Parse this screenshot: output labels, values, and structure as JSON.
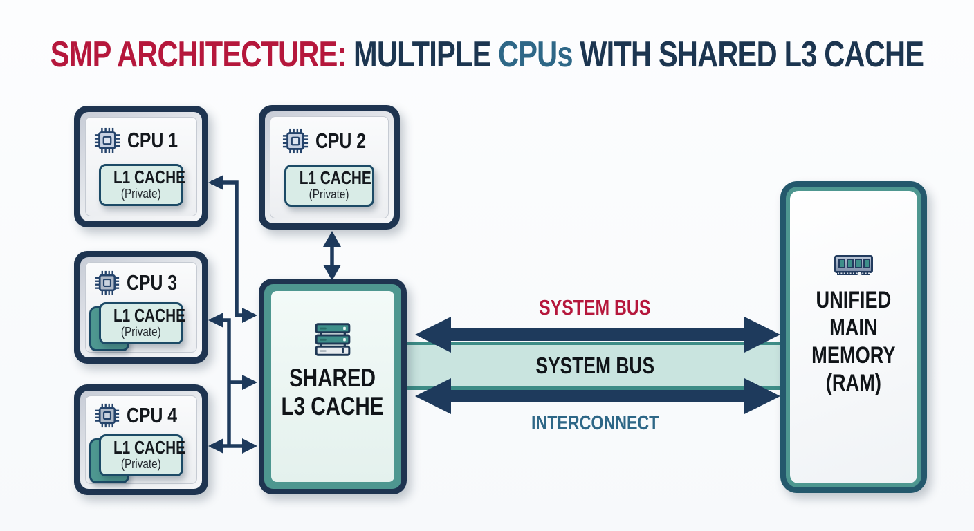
{
  "title": {
    "part1": "SMP ARCHITECTURE:",
    "part2": "MULTIPLE",
    "part3": "CPUs",
    "part4": "WITH SHARED L3 CACHE"
  },
  "cpus": [
    {
      "label": "CPU 1",
      "cache_label": "L1 CACHE",
      "cache_note": "(Private)",
      "icon": "chip-icon"
    },
    {
      "label": "CPU 2",
      "cache_label": "L1 CACHE",
      "cache_note": "(Private)",
      "icon": "chip-icon"
    },
    {
      "label": "CPU 3",
      "cache_label": "L1 CACHE",
      "cache_note": "(Private)",
      "icon": "chip-icon"
    },
    {
      "label": "CPU 4",
      "cache_label": "L1 CACHE",
      "cache_note": "(Private)",
      "icon": "chip-icon"
    }
  ],
  "l3_cache": {
    "icon": "server-stack-icon",
    "line1": "SHARED",
    "line2": "L3 CACHE"
  },
  "main_memory": {
    "icon": "ram-icon",
    "line1": "UNIFIED",
    "line2": "MAIN",
    "line3": "MEMORY",
    "line4": "(RAM)"
  },
  "bus": {
    "top_label": "SYSTEM BUS",
    "band_label": "SYSTEM BUS",
    "bottom_label": "INTERCONNECT"
  },
  "colors": {
    "accent_red": "#B5173C",
    "navy": "#1E3A5C",
    "steel_blue": "#2E6787",
    "teal": "#4E9790",
    "band_fill": "#C9E4DF",
    "band_edge": "#3D8C86",
    "l1_fill": "#D9ECE7"
  }
}
